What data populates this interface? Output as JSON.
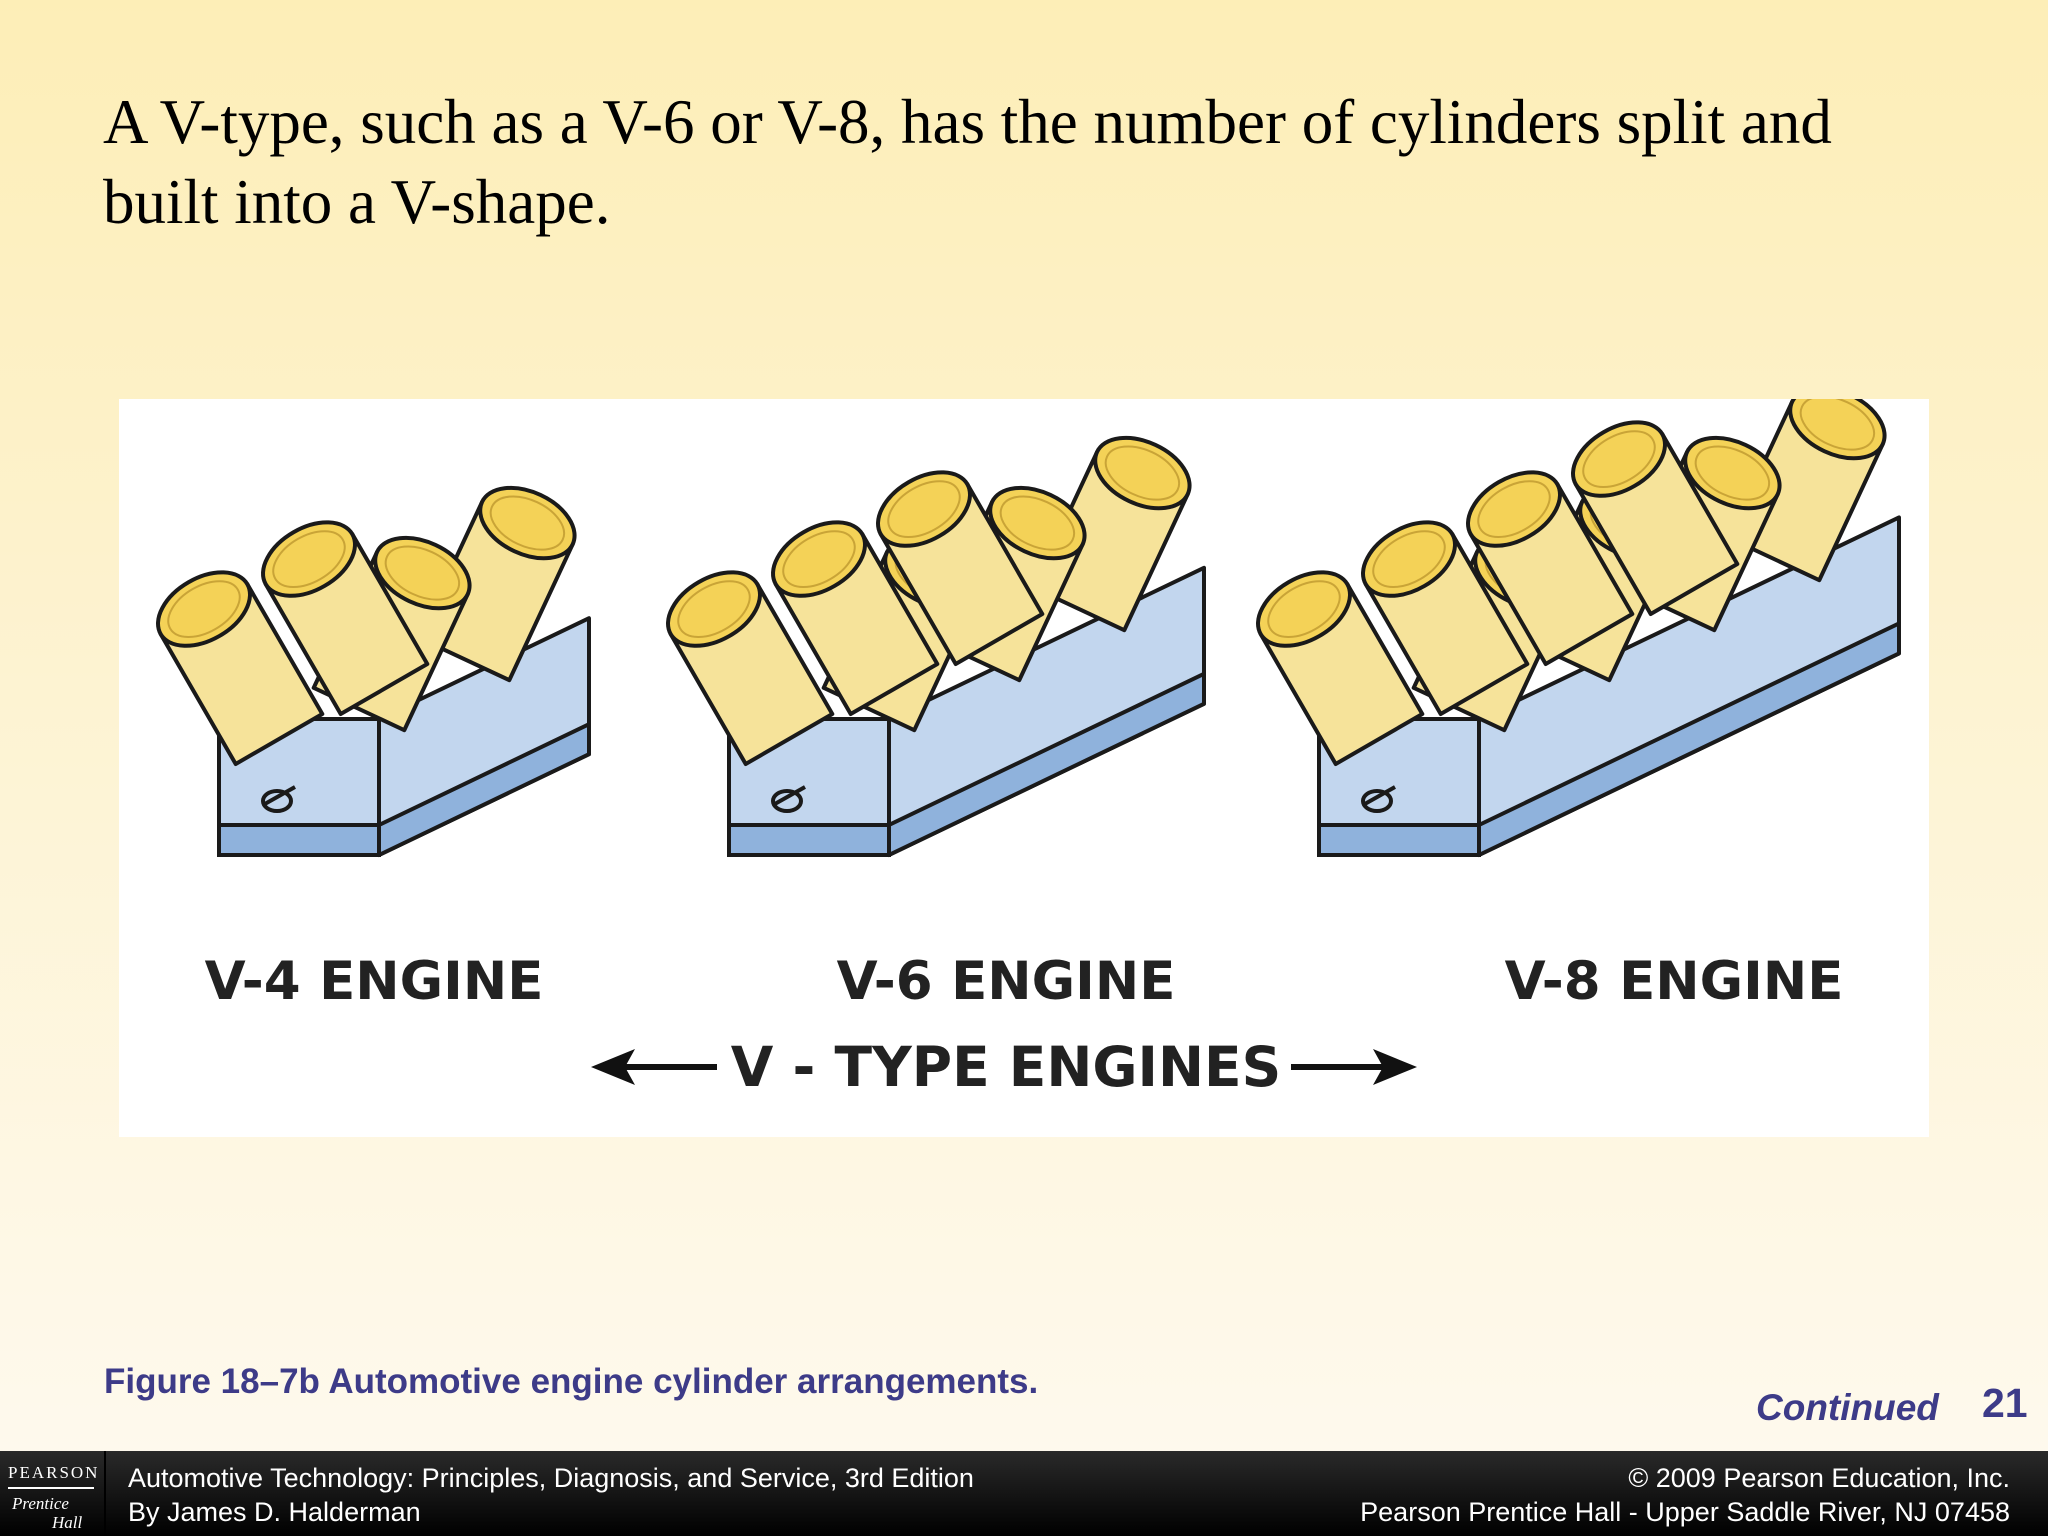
{
  "slide": {
    "title": "A V-type, such as a V-6 or V-8, has the number of cylinders split and built into a V-shape.",
    "caption": "Figure 18–7b  Automotive engine cylinder arrangements.",
    "continued": "Continued",
    "page_number": "21"
  },
  "figure": {
    "engines": [
      {
        "label": "V-4 ENGINE",
        "cylinders": 4
      },
      {
        "label": "V-6 ENGINE",
        "cylinders": 6
      },
      {
        "label": "V-8 ENGINE",
        "cylinders": 8
      }
    ],
    "group_label": "V - TYPE ENGINES",
    "colors": {
      "block": "#c2d6ee",
      "block_shade": "#8fb2dc",
      "cylinder": "#f6e39a",
      "cylinder_top": "#f4d257",
      "outline": "#1a1a1a"
    }
  },
  "footer": {
    "logo_word": "PEARSON",
    "logo_sub_1": "Prentice",
    "logo_sub_2": "Hall",
    "book_title": "Automotive Technology: Principles, Diagnosis, and Service, 3rd Edition",
    "author": "By James D. Halderman",
    "copyright": "© 2009 Pearson Education, Inc.",
    "publisher": "Pearson Prentice Hall - Upper Saddle River, NJ 07458"
  }
}
